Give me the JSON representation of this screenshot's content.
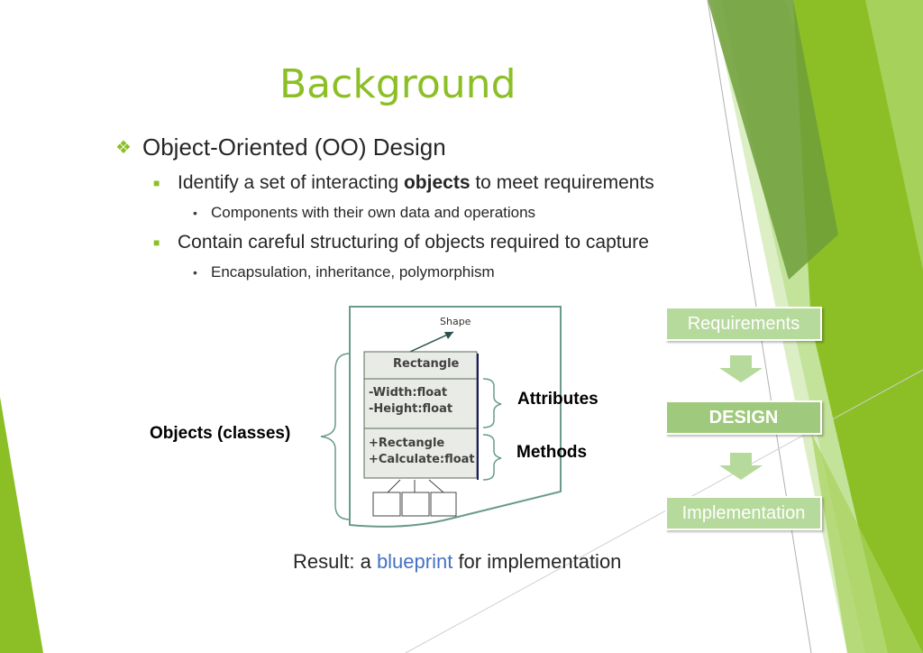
{
  "slide": {
    "title": "Background",
    "bullet1": "Object-Oriented (OO) Design",
    "sub1": {
      "pre": "Identify a set of interacting ",
      "bold": "objects",
      "post": " to meet requirements"
    },
    "sub1_detail": "Components with their own data and operations",
    "sub2": "Contain careful structuring of objects required to capture",
    "sub2_detail": "Encapsulation, inheritance, polymorphism"
  },
  "diagram": {
    "shape_label": "Shape",
    "class_name": "Rectangle",
    "attributes": [
      "-Width:float",
      "-Height:float"
    ],
    "methods": [
      "+Rectangle",
      "+Calculate:float"
    ],
    "objects_label": "Objects (classes)",
    "attributes_label": "Attributes",
    "methods_label": "Methods"
  },
  "flow": {
    "requirements": "Requirements",
    "design": "DESIGN",
    "implementation": "Implementation"
  },
  "result": {
    "pre": "Result: a ",
    "highlight": "blueprint",
    "post": " for implementation"
  },
  "colors": {
    "accent": "#8cbf26",
    "link": "#4472c4",
    "flow_box": "#b6d99c"
  }
}
